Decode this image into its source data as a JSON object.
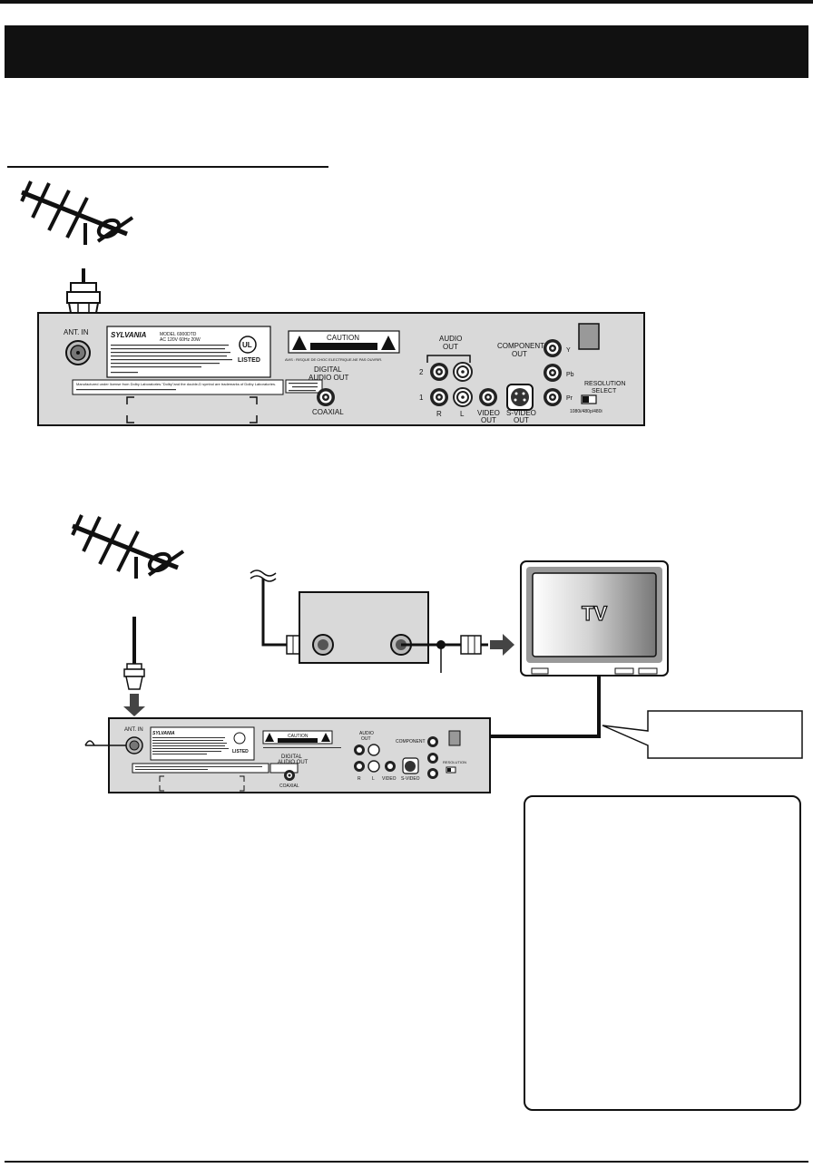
{
  "panel": {
    "ant_in": "ANT. IN",
    "brand": "SYLVANIA",
    "model": "MODEL 6900DTD",
    "power": "AC 120V 60Hz 20W",
    "ul_listed": "LISTED",
    "caution_title": "CAUTION",
    "caution_fr": "AVIS : RISQUE DE CHOC ELECTRIQUE-NE PAS OUVRIR.",
    "dolby_notice": "Manufactured under license from Dolby Laboratories.\"Dolby\"and the double-D symbol are trademarks of Dolby Laboratories.",
    "digital_audio_out_1": "DIGITAL",
    "digital_audio_out_2": "AUDIO OUT",
    "coaxial": "COAXIAL",
    "audio_out_1": "AUDIO",
    "audio_out_2": "OUT",
    "row_2": "2",
    "row_1": "1",
    "right_label": "R",
    "left_label": "L",
    "video_out_1": "VIDEO",
    "video_out_2": "OUT",
    "svideo_out_1": "S-VIDEO",
    "svideo_out_2": "OUT",
    "component_out_1": "COMPONENT",
    "component_out_2": "OUT",
    "y_label": "Y",
    "pb_label": "Pb",
    "pr_label": "Pr",
    "resolution_1": "RESOLUTION",
    "resolution_2": "SELECT",
    "resolution_modes": "1080i/480p/480i"
  },
  "tv_label": "TV"
}
